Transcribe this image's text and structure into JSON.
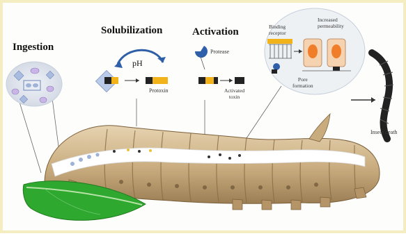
{
  "stages": {
    "ingestion": "Ingestion",
    "solubilization": "Solubilization",
    "activation": "Activation"
  },
  "labels": {
    "ph": "pH",
    "protoxin": "Protoxin",
    "protease": "Protease",
    "activated_toxin": "Activated\ntoxin",
    "binding_receptor": "Binding\nreceptor",
    "increased_permeability": "Increased\npermeability",
    "pore_formation": "Pore\nformation",
    "insect_death": "Insect death"
  },
  "colors": {
    "border": "#f4edc2",
    "leaf_green": "#2ea82e",
    "larva_tan": "#cdb48a",
    "toxin_yellow": "#f2b21a",
    "protease_blue": "#2f5fa8",
    "cell_orange": "#ef7d2a"
  }
}
